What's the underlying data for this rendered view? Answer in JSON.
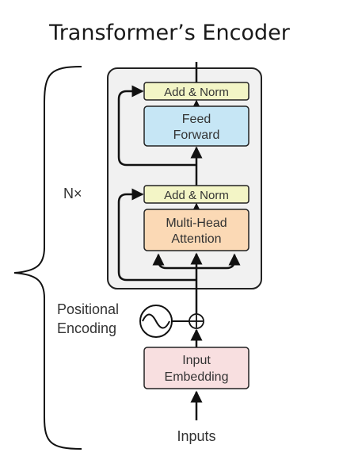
{
  "title": "Transformer’s Encoder",
  "repeat_label": "N×",
  "blocks": {
    "add_norm_top": "Add & Norm",
    "feed_forward": [
      "Feed",
      "Forward"
    ],
    "add_norm_bottom": "Add & Norm",
    "multi_head_attention": [
      "Multi-Head",
      "Attention"
    ],
    "input_embedding": [
      "Input",
      "Embedding"
    ]
  },
  "positional_encoding": [
    "Positional",
    "Encoding"
  ],
  "inputs_label": "Inputs",
  "colors": {
    "add_norm_fill": "#f3f5c6",
    "feed_forward_fill": "#c6e6f5",
    "attention_fill": "#fbd9b5",
    "embedding_fill": "#f8dfe0",
    "encoder_panel_fill": "#f1f1f1",
    "line": "#111111"
  }
}
